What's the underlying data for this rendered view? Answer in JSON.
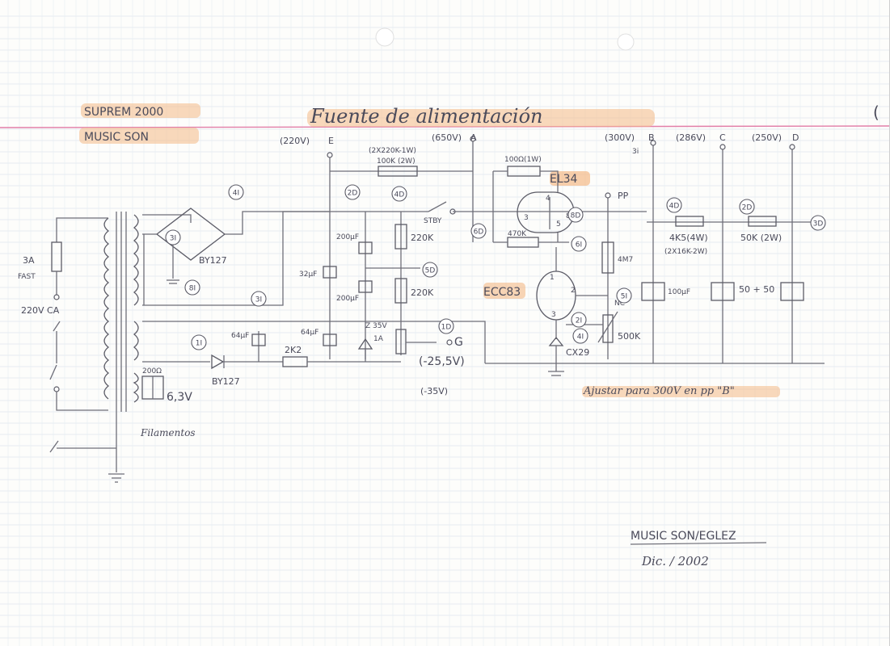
{
  "header": {
    "model": "SUPREM 2000",
    "brand": "MUSIC SON",
    "title": "Fuente de alimentación",
    "corner_mark": "("
  },
  "voltages": {
    "e": "(220V)",
    "e_letter": "E",
    "a": "(650V)",
    "a_letter": "A",
    "b": "(300V)",
    "b_letter": "B",
    "b_sub": "3i",
    "c": "(286V)",
    "c_letter": "C",
    "d": "(250V)",
    "d_letter": "D"
  },
  "components": {
    "r_top": "(2X220K-1W)",
    "r_top2": "100K (2W)",
    "r_el34": "100Ω(1W)",
    "tube_el34": "EL34",
    "stby": "STBY",
    "r_470k": "470K",
    "pp": "PP",
    "r_220k_a": "220K",
    "r_220k_b": "220K",
    "r_4m7": "4M7",
    "tube_ecc83": "ECC83",
    "cap_100": "100µF",
    "cap_50": "50 + 50",
    "r_4k5": "4K5(4W)",
    "r_4k5_sub": "(2X16K-2W)",
    "r_50k": "50K (2W)",
    "bridge": "BY127",
    "diode": "BY127",
    "cap_32": "32µF",
    "cap_200a": "200µF",
    "cap_200b": "200µF",
    "cap_64a": "64µF",
    "cap_64b": "64µF",
    "r_2k2": "2K2",
    "zener": "Z 35V",
    "zener_sub": "1A",
    "g_letter": "G",
    "g_volt": "(-25,5V)",
    "g_volt2": "(-35V)",
    "zener2": "CX29",
    "pot": "500K",
    "nc": "NC",
    "fuse": "3A",
    "fuse_sub": "FAST",
    "mains": "220V CA",
    "fil_volt": "6,3V",
    "fil_r": "200Ω",
    "fil_label": "Filamentos",
    "pin3": "3",
    "pin4": "4",
    "pin5": "5",
    "pin8": "8",
    "pin1": "1",
    "pin2": "2",
    "pin3b": "3"
  },
  "markers": [
    "4I",
    "2D",
    "4D",
    "3I",
    "8I",
    "6D",
    "6I",
    "8D",
    "4D",
    "2D",
    "3D",
    "5D",
    "1D",
    "1I",
    "3I",
    "2I",
    "4I",
    "5I"
  ],
  "note": "Ajustar para 300V en pp \"B\"",
  "signature": {
    "line1": "MUSIC SON/EGLEZ",
    "line2": "Dic. / 2002"
  }
}
